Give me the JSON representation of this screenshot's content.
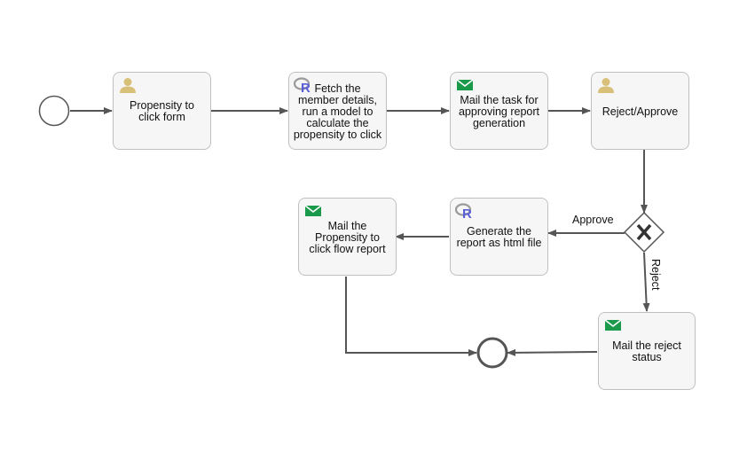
{
  "tasks": {
    "t1": {
      "label": "Propensity to\nclick form",
      "icon": "user-icon"
    },
    "t2": {
      "label": "Fetch the\nmember details,\nrun a model to\ncalculate the\npropensity to click",
      "icon": "r-script-icon"
    },
    "t3": {
      "label": "Mail the task for\napproving report\ngeneration",
      "icon": "mail-icon"
    },
    "t4": {
      "label": "Reject/Approve",
      "icon": "user-icon"
    },
    "t5": {
      "label": "Generate the\nreport as html file",
      "icon": "r-script-icon"
    },
    "t6": {
      "label": "Mail the\nPropensity to\nclick flow report",
      "icon": "mail-icon"
    },
    "t7": {
      "label": "Mail the reject\nstatus",
      "icon": "mail-icon"
    }
  },
  "flows": {
    "approve_label": "Approve",
    "reject_label": "Reject"
  },
  "colors": {
    "task_fill": "#f6f6f6",
    "task_border": "#c0c0c0",
    "connector": "#555555",
    "user_icon": "#d8c078",
    "mail_icon": "#1a9a4a",
    "r_icon": "#5b5fd6"
  }
}
